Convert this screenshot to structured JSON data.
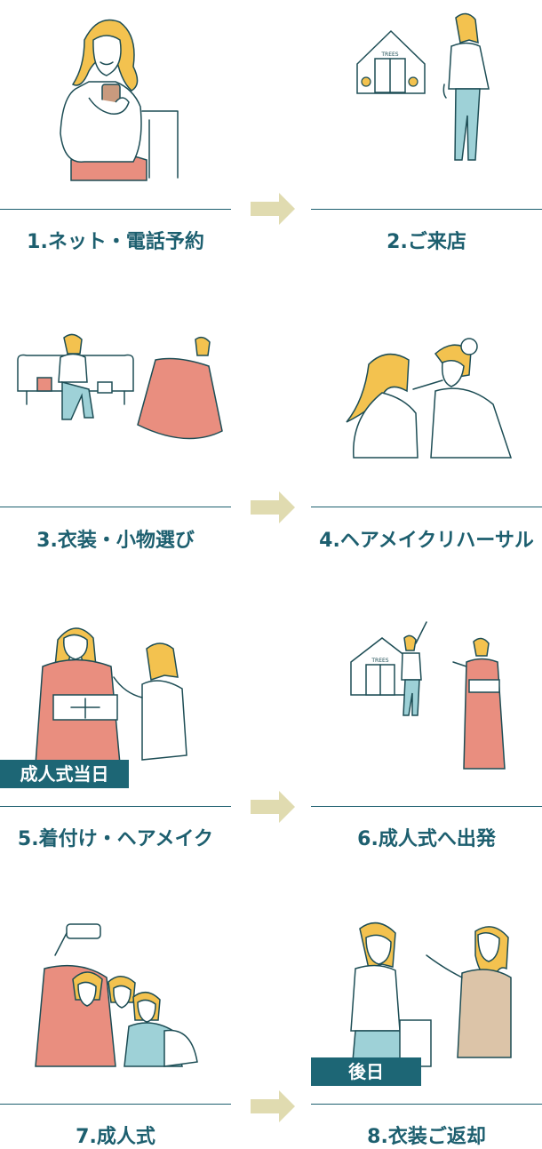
{
  "steps": [
    {
      "label": "1.ネット・電話予約"
    },
    {
      "label": "2.ご来店"
    },
    {
      "label": "3.衣装・小物選び"
    },
    {
      "label": "4.ヘアメイクリハーサル"
    },
    {
      "label": "5.着付け・ヘアメイク"
    },
    {
      "label": "6.成人式へ出発"
    },
    {
      "label": "7.成人式"
    },
    {
      "label": "8.衣装ご返却"
    }
  ],
  "badges": {
    "ceremony_day": "成人式当日",
    "later_day": "後日"
  },
  "store_sign": "TREES",
  "colors": {
    "accent": "#1d5f6f",
    "arrow": "#e0dbb0",
    "hair": "#f3c24f",
    "coral": "#e98e7f"
  }
}
